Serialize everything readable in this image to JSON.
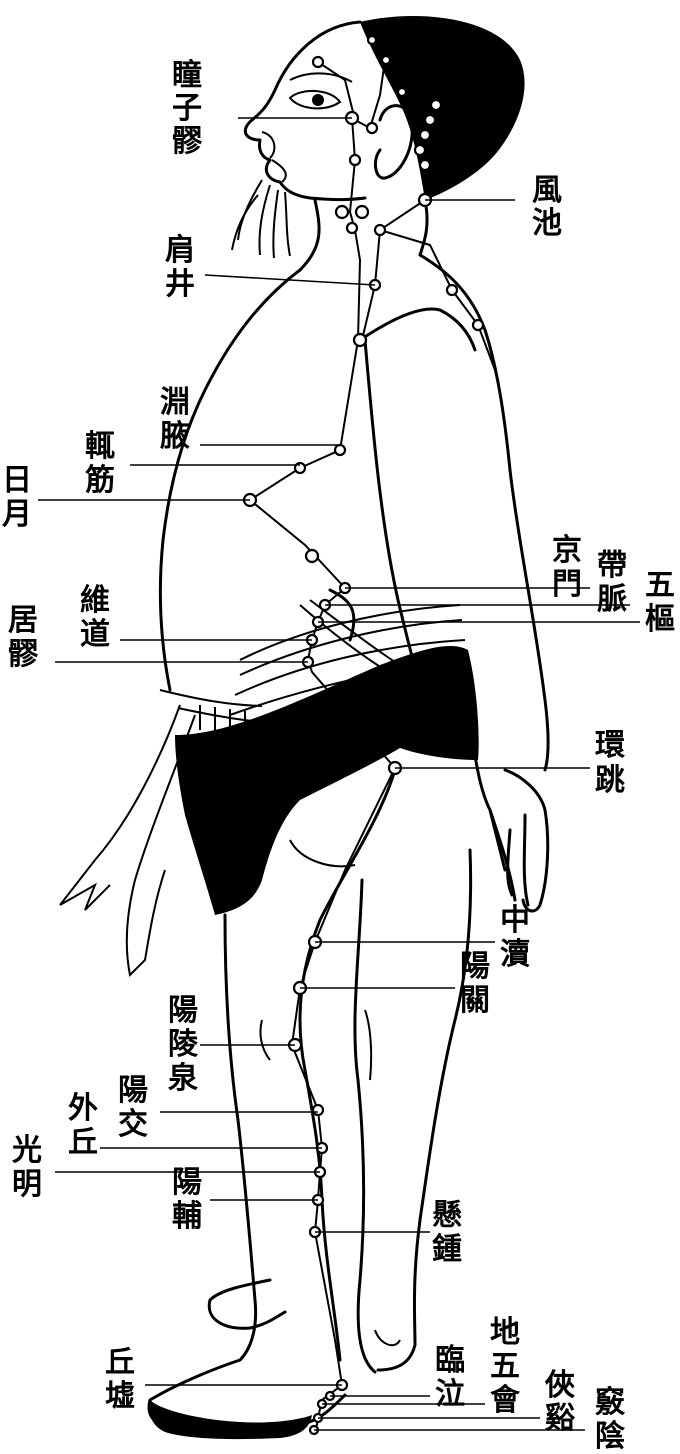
{
  "points": [
    {
      "id": "tongziliao",
      "label_lines": [
        "瞳",
        "子",
        "髎"
      ]
    },
    {
      "id": "fengchi",
      "label_lines": [
        "風",
        "池"
      ]
    },
    {
      "id": "jianjing",
      "label_lines": [
        "肩",
        "井"
      ]
    },
    {
      "id": "yuanye",
      "label_lines": [
        "淵",
        "腋"
      ]
    },
    {
      "id": "zhejin",
      "label_lines": [
        "輒",
        "筋"
      ]
    },
    {
      "id": "riyue",
      "label_lines": [
        "日",
        "月"
      ]
    },
    {
      "id": "jingmen",
      "label_lines": [
        "京",
        "門"
      ]
    },
    {
      "id": "daimai",
      "label_lines": [
        "帶",
        "脈"
      ]
    },
    {
      "id": "wushu",
      "label_lines": [
        "五",
        "樞"
      ]
    },
    {
      "id": "weidao",
      "label_lines": [
        "維",
        "道"
      ]
    },
    {
      "id": "juliao",
      "label_lines": [
        "居",
        "髎"
      ]
    },
    {
      "id": "huantiao",
      "label_lines": [
        "環",
        "跳"
      ]
    },
    {
      "id": "zhongdu",
      "label_lines": [
        "中",
        "瀆"
      ]
    },
    {
      "id": "yangguan",
      "label_lines": [
        "陽",
        "關"
      ]
    },
    {
      "id": "yanglingquan",
      "label_lines": [
        "陽",
        "陵",
        "泉"
      ]
    },
    {
      "id": "yangjiao",
      "label_lines": [
        "陽",
        "交"
      ]
    },
    {
      "id": "waiqiu",
      "label_lines": [
        "外",
        "丘"
      ]
    },
    {
      "id": "guangming",
      "label_lines": [
        "光",
        "明"
      ]
    },
    {
      "id": "yangfu",
      "label_lines": [
        "陽",
        "輔"
      ]
    },
    {
      "id": "xuanzhong",
      "label_lines": [
        "懸",
        "鍾"
      ]
    },
    {
      "id": "qiuxu",
      "label_lines": [
        "丘",
        "墟"
      ]
    },
    {
      "id": "linqi",
      "label_lines": [
        "臨",
        "泣"
      ]
    },
    {
      "id": "diwuhui",
      "label_lines": [
        "地",
        "五",
        "會"
      ]
    },
    {
      "id": "xiaxi",
      "label_lines": [
        "俠",
        "谿"
      ]
    },
    {
      "id": "qiaoyin",
      "label_lines": [
        "竅",
        "陰"
      ]
    }
  ]
}
